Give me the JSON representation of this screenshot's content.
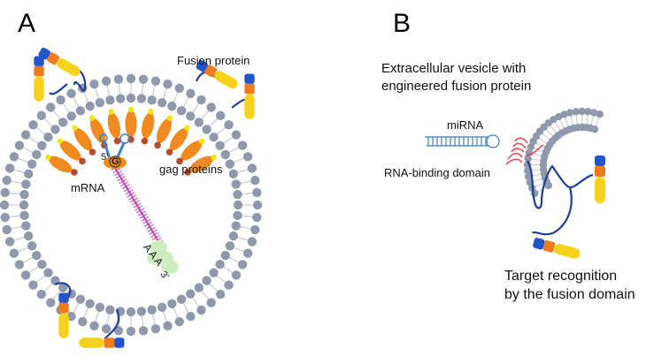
{
  "panels": {
    "a": {
      "letter": "A",
      "labels": {
        "fusion_protein": "Fusion protein",
        "gag_proteins": "gag proteins",
        "mrna": "mRNA",
        "five_prime": "5'",
        "cap": "G",
        "poly_a": "A A A",
        "three_prime": "3'"
      }
    },
    "b": {
      "letter": "B",
      "labels": {
        "vesicle_title": "Extracellular vesicle with\nengineered fusion protein",
        "mirna": "miRNA",
        "rna_binding_domain": "RNA-binding domain",
        "target_recognition": "Target recognition\nby the fusion domain"
      }
    }
  },
  "colors": {
    "lipid_head": "#8f99ab",
    "lipid_tail": "#c7cbd2",
    "gag_body": "#f08a1e",
    "gag_tip": "#b84a32",
    "gag_dot": "#f2e61a",
    "mrna_stem": "#c243b8",
    "mrna_loop": "#3f7fc1",
    "poly_a": "#cfeebf",
    "linker": "#1f3f9a",
    "domain_blue": "#2156c9",
    "domain_orange": "#f07a1e",
    "domain_yellow": "#f7d21b",
    "rbd_red": "#e2495a",
    "mirna_blue": "#3f7fc1"
  }
}
